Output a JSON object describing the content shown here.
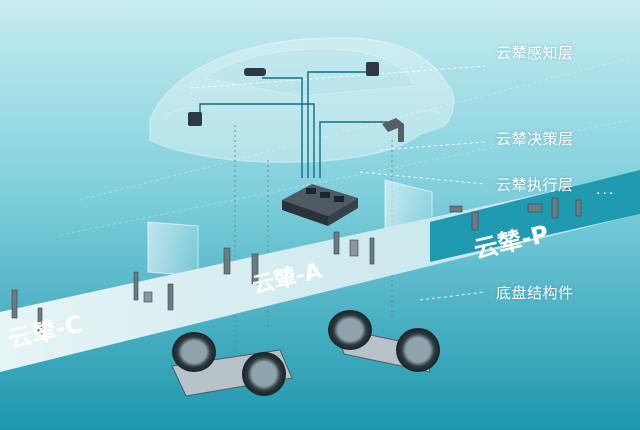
{
  "layers": [
    {
      "id": "perception",
      "label": "云辇感知层"
    },
    {
      "id": "decision",
      "label": "云辇决策层"
    },
    {
      "id": "execution",
      "label": "云辇执行层"
    },
    {
      "id": "chassis",
      "label": "底盘结构件"
    }
  ],
  "variants": [
    {
      "id": "c",
      "label": "云辇-C"
    },
    {
      "id": "a",
      "label": "云辇-A"
    },
    {
      "id": "p",
      "label": "云辇-P"
    }
  ],
  "more_indicator": "···",
  "colors": {
    "background_top": "#bfe8ef",
    "background_bottom": "#1f9bb2",
    "stripe": "#cfe8ee",
    "ecu": "#3c4650",
    "accent": "#0f6f86"
  }
}
